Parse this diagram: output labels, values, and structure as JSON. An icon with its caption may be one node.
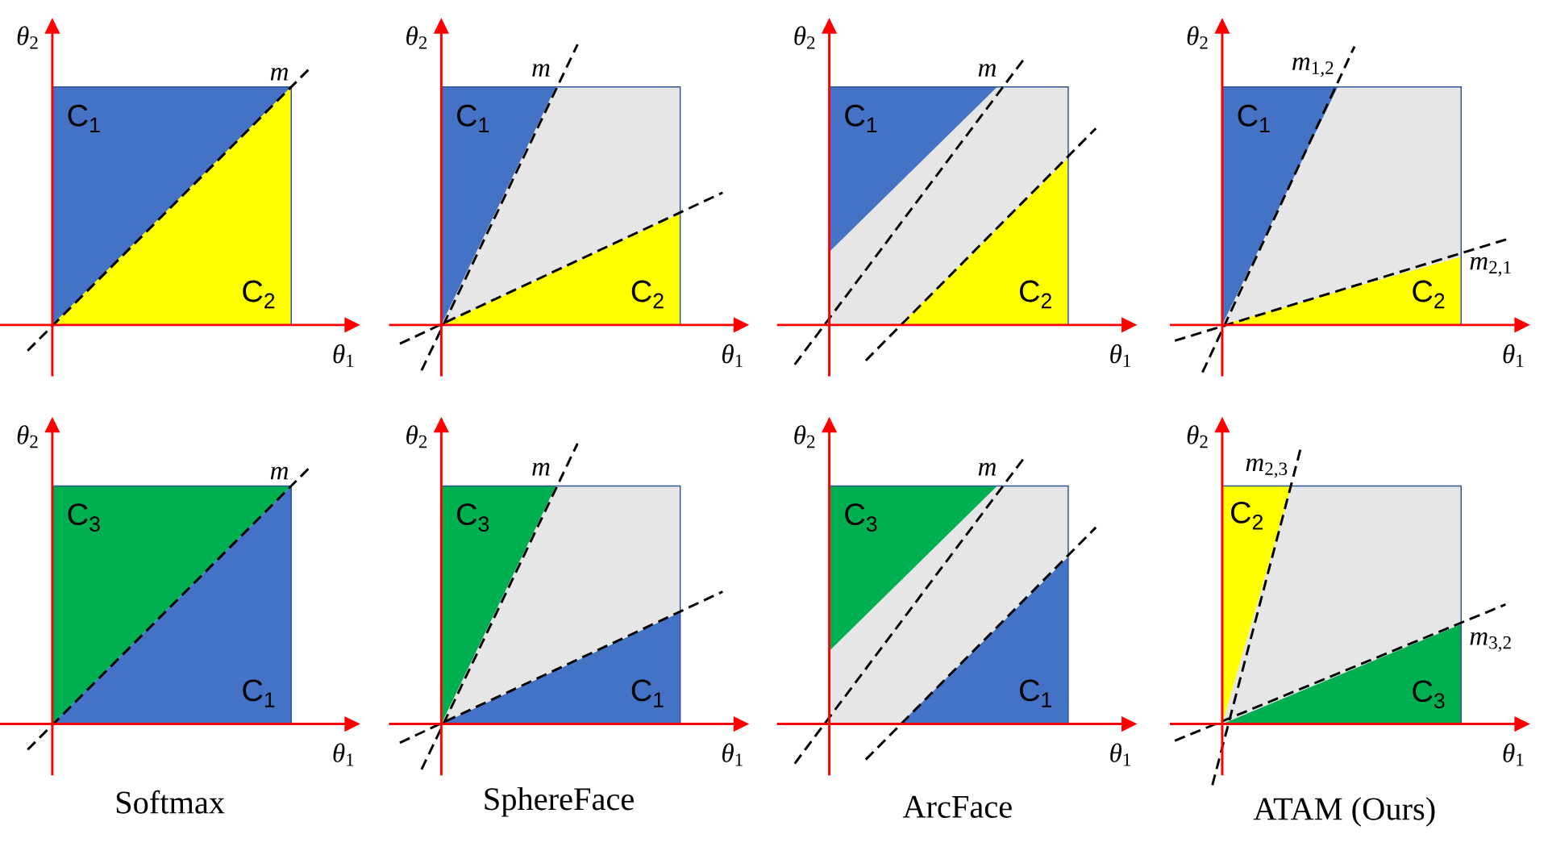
{
  "diagram": {
    "labels": [
      "*θ*$_{2}$",
      "m",
      "C$_{1}$",
      "C$_{2}$",
      "*θ*$_{1}$",
      "*θ*$_{2}$",
      "m",
      "C$_{1}$",
      "C$_{2}$",
      "*θ*$_{1}$",
      "*θ*$_{2}$",
      "m",
      "C$_{1}$",
      "C$_{2}$",
      "*θ*$_{1}$",
      "*θ*$_{2}$",
      "*m*$_{1,2}$",
      "C$_{1}$",
      "*m*$_{2,1}$",
      "C$_{2}$",
      "*θ*$_{1}$",
      "*θ*$_{2}$",
      "m",
      "C$_{3}$",
      "C$_{1}$",
      "*θ*$_{1}$",
      "*θ*$_{2}$",
      "m",
      "C$_{3}$",
      "C$_{1}$",
      "*θ*$_{1}$",
      "*θ*$_{2}$",
      "m",
      "C$_{3}$",
      "C$_{1}$",
      "*θ*$_{1}$",
      "*θ*$_{2}$",
      "*m*$_{2,3}$",
      "C$_{2}$",
      "*m*$_{3,2}$",
      "C$_{3}$",
      "*θ*$_{1}$",
      "Softmax",
      "SphereFace",
      "ArcFace",
      "ATAM (Ours)"
    ]
  }
}
